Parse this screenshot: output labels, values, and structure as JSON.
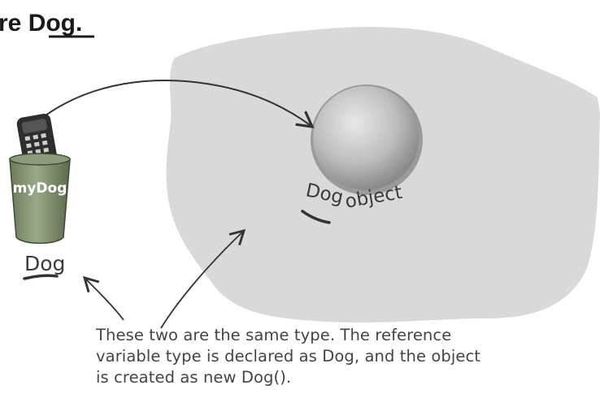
{
  "title": {
    "text": "re Dog."
  },
  "reference": {
    "label": "myDog",
    "type_label": "Dog",
    "icon": "remote-control-in-cup-icon"
  },
  "object": {
    "label_a": "Dog",
    "label_b": "object",
    "icon": "dog-object-ball-icon"
  },
  "caption": {
    "line1": "These two are the same type. The reference",
    "line2": "variable type is declared as Dog, and the object",
    "line3": "is created as new Dog()."
  },
  "colors": {
    "heap_fill": "#d9d9d9",
    "ink": "#333333",
    "cup_green": "#7a8a6a",
    "ball_gray": "#bdbdbd"
  }
}
